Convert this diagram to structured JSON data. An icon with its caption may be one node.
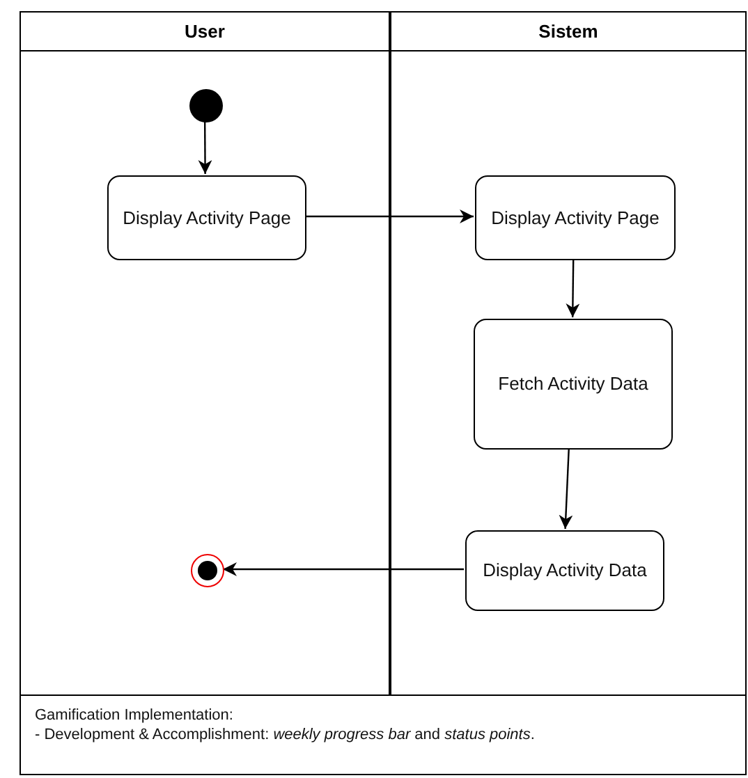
{
  "diagram": {
    "nodes": [
      {
        "text": [
          "User"
        ]
      },
      {
        "text": [],
        "shape": "circle",
        "in": 0
      },
      {
        "text": [
          "Display Activity Page"
        ],
        "in": 0
      },
      {
        "text": [
          "Sistem"
        ]
      },
      {
        "text": [
          "Display Activity Page"
        ],
        "in": 3
      },
      {
        "text": [
          "Fetch Activity Data"
        ],
        "in": 3
      },
      {
        "text": [
          "Display Activity Data"
        ],
        "in": 3
      },
      {
        "text": [],
        "shape": "bullseye",
        "in": 0
      },
      {
        "text": [
          "Gamification Implementation:",
          "- Development & Accomplishment: *weekly progress bar* and *status points*."
        ]
      }
    ],
    "edges": [
      {
        "from": 1,
        "to": 2,
        "arrow": "to"
      },
      {
        "from": 2,
        "to": 4,
        "arrow": "to"
      },
      {
        "from": 4,
        "to": 5,
        "arrow": "to"
      },
      {
        "from": 5,
        "to": 6,
        "arrow": "to"
      },
      {
        "from": 6,
        "to": 7,
        "arrow": "to"
      }
    ]
  }
}
